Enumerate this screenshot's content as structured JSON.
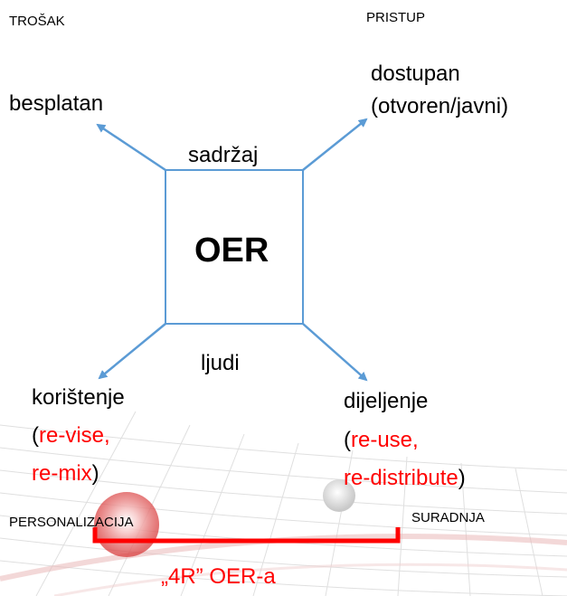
{
  "corner_labels": {
    "top_left": "TROŠAK",
    "top_right": "PRISTUP",
    "bottom_left": "PERSONALIZACIJA",
    "bottom_right": "SURADNJA"
  },
  "center": "OER",
  "top_edge": "sadržaj",
  "bottom_edge": "ljudi",
  "top_left_node": "besplatan",
  "top_right_node": {
    "line1": "dostupan",
    "line2": "(otvoren/javni)"
  },
  "bottom_left_node": {
    "line1": "korištenje",
    "paren_open": "(",
    "red1": "re-vise,",
    "red2": "re-mix",
    "paren_close": ")"
  },
  "bottom_right_node": {
    "line1": "dijeljenje",
    "paren_open": "(",
    "red1": "re-use,",
    "red2": "re-distribute",
    "paren_close": ")"
  },
  "bracket_caption": "„4R” OER-a",
  "colors": {
    "arrow": "#5b9bd5",
    "box_border": "#5b9bd5",
    "highlight": "#ff0000"
  }
}
